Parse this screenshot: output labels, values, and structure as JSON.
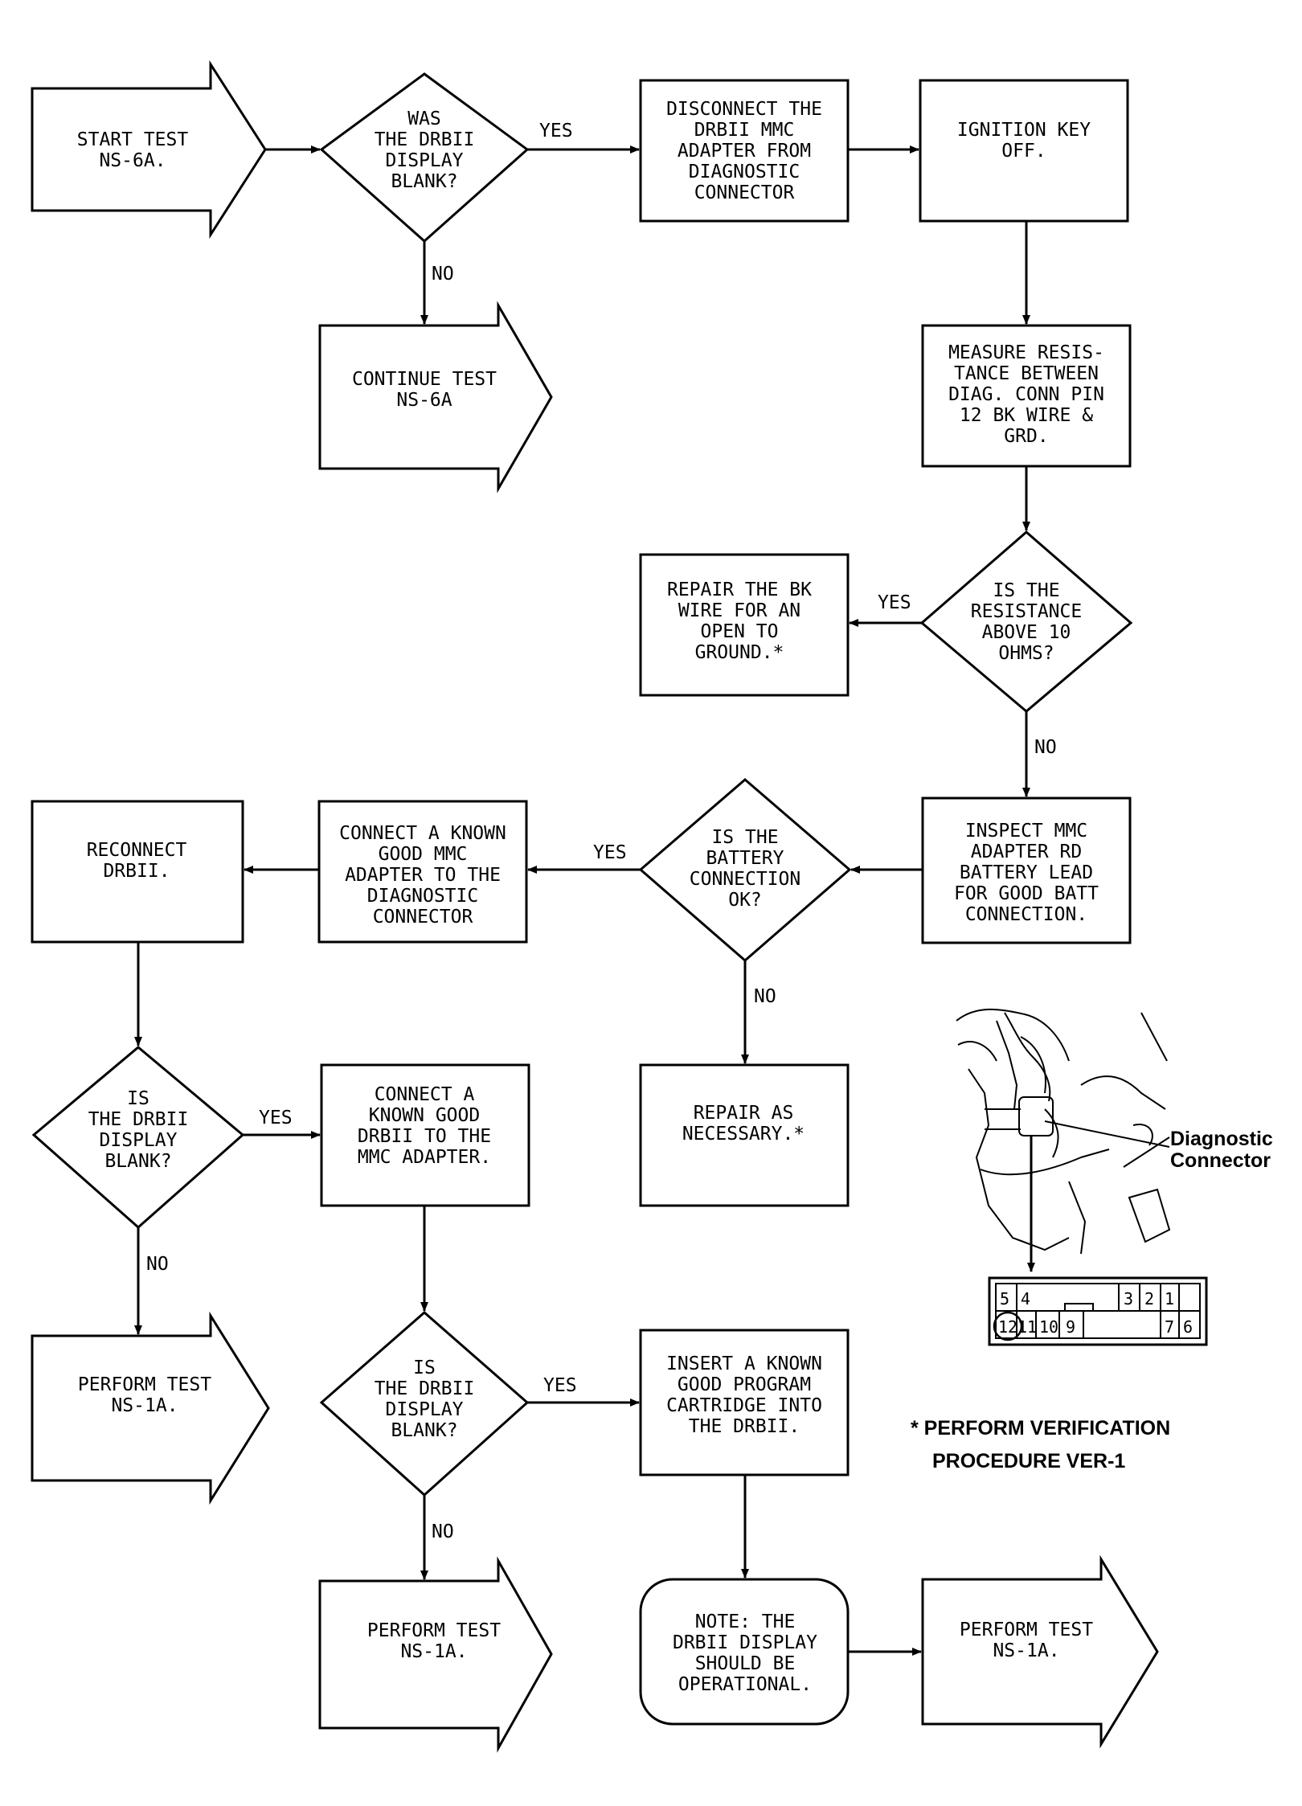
{
  "nodes": {
    "start": {
      "lines": [
        "START TEST",
        "NS-6A."
      ]
    },
    "q_blank1": {
      "lines": [
        "WAS",
        "THE DRBII",
        "DISPLAY",
        "BLANK?"
      ]
    },
    "disconnect": {
      "lines": [
        "DISCONNECT THE",
        "DRBII MMC",
        "ADAPTER FROM",
        "DIAGNOSTIC",
        "CONNECTOR"
      ]
    },
    "ignition": {
      "lines": [
        "IGNITION KEY",
        "OFF."
      ]
    },
    "continue": {
      "lines": [
        "CONTINUE TEST",
        "NS-6A"
      ]
    },
    "measure": {
      "lines": [
        "MEASURE RESIS-",
        "TANCE BETWEEN",
        "DIAG. CONN PIN",
        "12 BK WIRE &",
        "GRD."
      ]
    },
    "q_resist": {
      "lines": [
        "IS THE",
        "RESISTANCE",
        "ABOVE 10",
        "OHMS?"
      ]
    },
    "repair_bk": {
      "lines": [
        "REPAIR THE BK",
        "WIRE FOR AN",
        "OPEN TO",
        "GROUND.*"
      ]
    },
    "inspect": {
      "lines": [
        "INSPECT MMC",
        "ADAPTER RD",
        "BATTERY LEAD",
        "FOR GOOD BATT",
        "CONNECTION."
      ]
    },
    "q_batt": {
      "lines": [
        "IS THE",
        "BATTERY",
        "CONNECTION",
        "OK?"
      ]
    },
    "connect_mmc": {
      "lines": [
        "CONNECT A KNOWN",
        "GOOD MMC",
        "ADAPTER TO THE",
        "DIAGNOSTIC",
        "CONNECTOR"
      ]
    },
    "reconnect": {
      "lines": [
        "RECONNECT",
        "DRBII."
      ]
    },
    "repair_nec": {
      "lines": [
        "REPAIR AS",
        "NECESSARY.*"
      ]
    },
    "q_blank2": {
      "lines": [
        "IS",
        "THE DRBII",
        "DISPLAY",
        "BLANK?"
      ]
    },
    "connect_drb": {
      "lines": [
        "CONNECT A",
        "KNOWN GOOD",
        "DRBII TO THE",
        "MMC ADAPTER."
      ]
    },
    "perform1": {
      "lines": [
        "PERFORM TEST",
        "NS-1A."
      ]
    },
    "q_blank3": {
      "lines": [
        "IS",
        "THE DRBII",
        "DISPLAY",
        "BLANK?"
      ]
    },
    "insert": {
      "lines": [
        "INSERT A KNOWN",
        "GOOD PROGRAM",
        "CARTRIDGE INTO",
        "THE DRBII."
      ]
    },
    "perform2": {
      "lines": [
        "PERFORM TEST",
        "NS-1A."
      ]
    },
    "note": {
      "lines": [
        "NOTE: THE",
        "DRBII DISPLAY",
        "SHOULD BE",
        "OPERATIONAL."
      ]
    },
    "perform3": {
      "lines": [
        "PERFORM TEST",
        "NS-1A."
      ]
    }
  },
  "edge_labels": {
    "yes1": "YES",
    "no1": "NO",
    "yes2": "YES",
    "no2": "NO",
    "yes3": "YES",
    "no3": "NO",
    "yes4": "YES",
    "no4": "NO",
    "yes5": "YES",
    "no5": "NO"
  },
  "connector_figure": {
    "label_lines": [
      "Diagnostic",
      "Connector"
    ],
    "pins_top": [
      "5",
      "4",
      "3",
      "2",
      "1"
    ],
    "pins_bottom": [
      "12",
      "11",
      "10",
      "9",
      "7",
      "6"
    ]
  },
  "footnote_lines": [
    "* PERFORM VERIFICATION",
    "PROCEDURE VER-1"
  ]
}
